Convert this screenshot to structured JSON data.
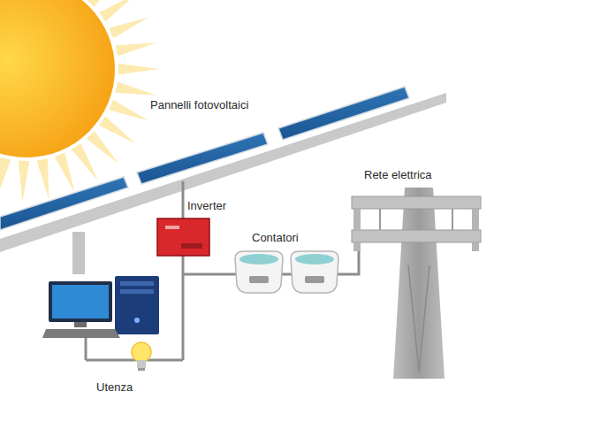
{
  "diagram": {
    "labels": [
      "Pannelli fotovoltaici",
      "Inverter",
      "Contatori",
      "Rete elettrica",
      "Utenza"
    ]
  }
}
